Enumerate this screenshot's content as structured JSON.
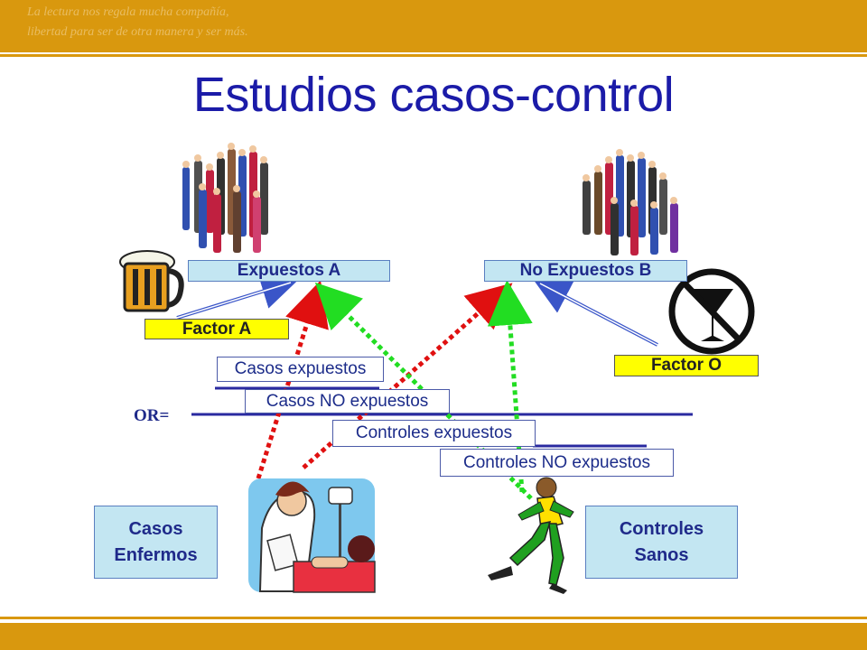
{
  "header": {
    "motto_line1": "La lectura nos regala mucha compañía,",
    "motto_line2": "libertad para ser de otra manera y ser más."
  },
  "title": "Estudios casos-control",
  "groups": {
    "exposed": "Expuestos A",
    "not_exposed": "No Expuestos B"
  },
  "factors": {
    "factor_a": "Factor A",
    "factor_o": "Factor O"
  },
  "formula": {
    "or_label": "OR=",
    "cases_exposed": "Casos expuestos",
    "cases_not_exposed": "Casos NO expuestos",
    "controls_exposed": "Controles expuestos",
    "controls_not_exposed": "Controles NO expuestos"
  },
  "populations": {
    "cases_line1": "Casos",
    "cases_line2": "Enfermos",
    "controls_line1": "Controles",
    "controls_line2": "Sanos"
  },
  "colors": {
    "accent": "#d9980e",
    "title": "#1b1ba8",
    "case_arrow": "#e01010",
    "control_arrow": "#22dd22",
    "factor_arrow": "#3a55c8"
  }
}
